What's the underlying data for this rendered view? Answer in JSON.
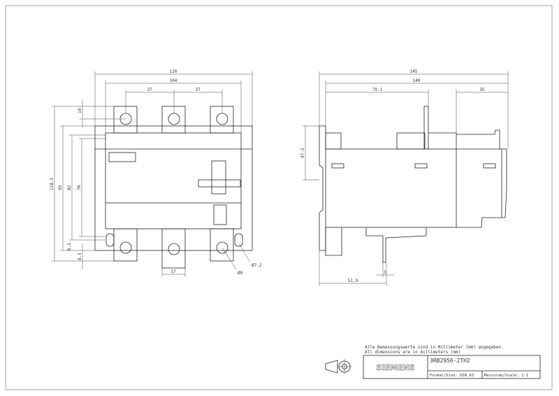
{
  "front_view": {
    "dimensions": {
      "width_overall": "120",
      "width_body": "104",
      "pitch_left": "37",
      "pitch_right": "37",
      "terminal_offset": "10",
      "height_overall": "118.5",
      "height_95": "95",
      "height_82": "82",
      "height_76": "76",
      "offset_6_5": "6.5",
      "offset_8_5": "8.5",
      "terminal_width": "17",
      "hole_diameter": "Ø9",
      "mount_hole_diameter": "Ø7.2"
    }
  },
  "side_view": {
    "dimensions": {
      "depth_overall": "145",
      "depth_body": "140",
      "depth_79_1": "79.1",
      "depth_35": "35",
      "height_47_5": "47.5",
      "thickness_3": "3",
      "offset_51_9": "51.9"
    }
  },
  "title_block": {
    "note_de": "Alle Bemassungswerte sind in Millimeter (mm) angegeben.",
    "note_en": "All dimensions are in millimeters (mm)",
    "logo": "SIEMENS",
    "part_number": "3RB2956-2TH2",
    "format": "Format/Size: DIN A3",
    "scale": "Massstab/Scale: 1:1"
  }
}
